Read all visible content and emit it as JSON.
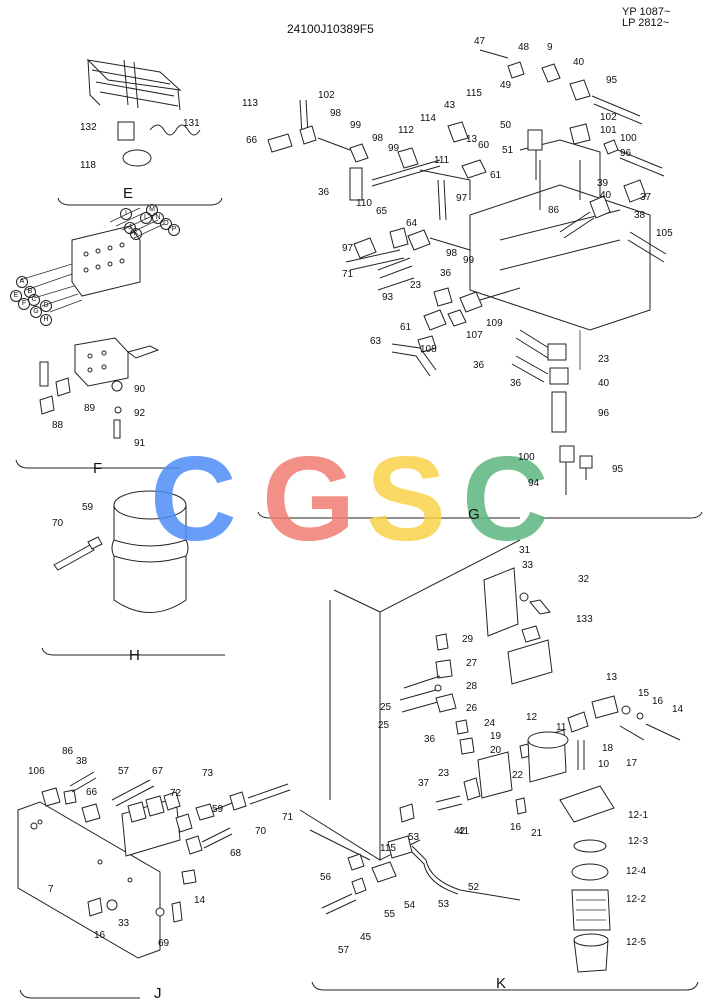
{
  "header": {
    "code": "24100J10389F5",
    "serial_1": "YP 1087~",
    "serial_2": "LP 2812~"
  },
  "sections": [
    "E",
    "F",
    "G",
    "H",
    "J",
    "K"
  ],
  "watermark": [
    "C",
    "G",
    "S",
    "C"
  ],
  "watermark_colors": [
    "#4f8ef7",
    "#f07c73",
    "#f8d24a",
    "#5db67f"
  ],
  "part_labels": [
    "113",
    "102",
    "98",
    "99",
    "98",
    "112",
    "114",
    "43",
    "115",
    "47",
    "48",
    "49",
    "9",
    "40",
    "95",
    "66",
    "102",
    "101",
    "100",
    "50",
    "51",
    "60",
    "13",
    "111",
    "61",
    "99",
    "96",
    "36",
    "110",
    "97",
    "65",
    "64",
    "39",
    "37",
    "40",
    "86",
    "38",
    "105",
    "97",
    "71",
    "23",
    "99",
    "98",
    "36",
    "93",
    "61",
    "107",
    "109",
    "108",
    "63",
    "36",
    "36",
    "23",
    "40",
    "96",
    "100",
    "94",
    "95",
    "132",
    "131",
    "118",
    "90",
    "89",
    "88",
    "92",
    "91",
    "70",
    "59",
    "31",
    "33",
    "32",
    "133",
    "29",
    "27",
    "28",
    "25",
    "26",
    "25",
    "24",
    "13",
    "15",
    "16",
    "14",
    "12",
    "11",
    "36",
    "19",
    "20",
    "18",
    "17",
    "10",
    "37",
    "23",
    "22",
    "42",
    "41",
    "16",
    "21",
    "12-1",
    "53",
    "115",
    "12-3",
    "56",
    "54",
    "52",
    "12-4",
    "55",
    "53",
    "12-2",
    "57",
    "45",
    "12-5",
    "86",
    "106",
    "38",
    "57",
    "67",
    "73",
    "66",
    "72",
    "59",
    "70",
    "71",
    "68",
    "7",
    "14",
    "16",
    "33",
    "69"
  ],
  "letter_markers": [
    "A",
    "B",
    "C",
    "D",
    "E",
    "F",
    "G",
    "H",
    "I",
    "J",
    "K",
    "L",
    "M",
    "N",
    "O",
    "P"
  ]
}
